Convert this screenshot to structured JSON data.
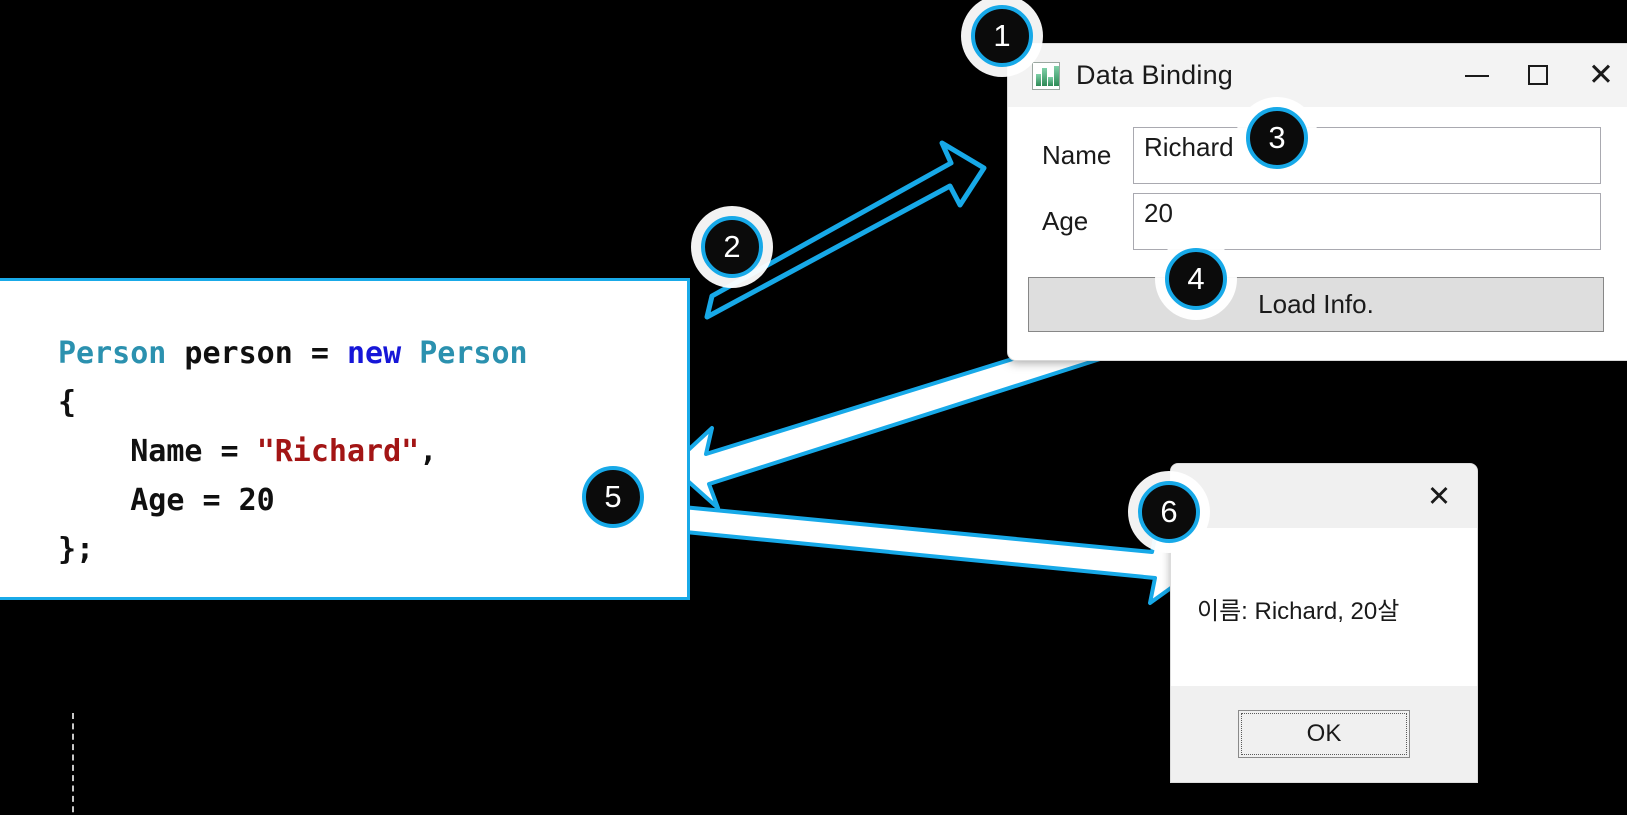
{
  "theme": {
    "background": "#000000",
    "accent_cyan": "#17a9e8",
    "badge_fill": "#0b0b0b",
    "code_panel_border": "#19aae8",
    "code_type_color": "#2b91af",
    "code_keyword_color": "#1616d8",
    "code_string_color": "#a31515"
  },
  "code_panel": {
    "lines": [
      [
        {
          "t": "Person",
          "c": "tok-type"
        },
        {
          "t": " person = ",
          "c": "tok-plain"
        },
        {
          "t": "new",
          "c": "tok-kw"
        },
        {
          "t": " ",
          "c": "tok-plain"
        },
        {
          "t": "Person",
          "c": "tok-type"
        }
      ],
      [
        {
          "t": "{",
          "c": "tok-plain"
        }
      ],
      [
        {
          "t": "    Name = ",
          "c": "tok-plain"
        },
        {
          "t": "\"Richard\"",
          "c": "tok-str"
        },
        {
          "t": ",",
          "c": "tok-plain"
        }
      ],
      [
        {
          "t": "    Age = 20",
          "c": "tok-plain"
        }
      ],
      [
        {
          "t": "};",
          "c": "tok-plain"
        }
      ]
    ]
  },
  "app_window": {
    "title": "Data Binding",
    "icon_name": "chart-app-icon",
    "controls": {
      "minimize": "minimize-icon",
      "maximize": "maximize-icon",
      "close": "✕"
    },
    "fields": [
      {
        "label": "Name",
        "value": "Richard",
        "placeholder": ""
      },
      {
        "label": "Age",
        "value": "20",
        "placeholder": ""
      }
    ],
    "button_label": "Load Info."
  },
  "message_box": {
    "close_glyph": "✕",
    "text": "이름: Richard, 20살",
    "ok_label": "OK"
  },
  "badges": [
    {
      "number": "1"
    },
    {
      "number": "2"
    },
    {
      "number": "3"
    },
    {
      "number": "4"
    },
    {
      "number": "5"
    },
    {
      "number": "6"
    }
  ],
  "arrows": [
    {
      "name": "arrow-code-to-app",
      "style": "outline-cyan",
      "from": "code-panel",
      "to": "app-window"
    },
    {
      "name": "arrow-button-to-code",
      "style": "white-fill-cyan-outline",
      "from": "load-button",
      "to": "code-panel"
    },
    {
      "name": "arrow-code-to-msgbox",
      "style": "white-fill-cyan-outline",
      "from": "code-panel",
      "to": "message-box"
    }
  ]
}
